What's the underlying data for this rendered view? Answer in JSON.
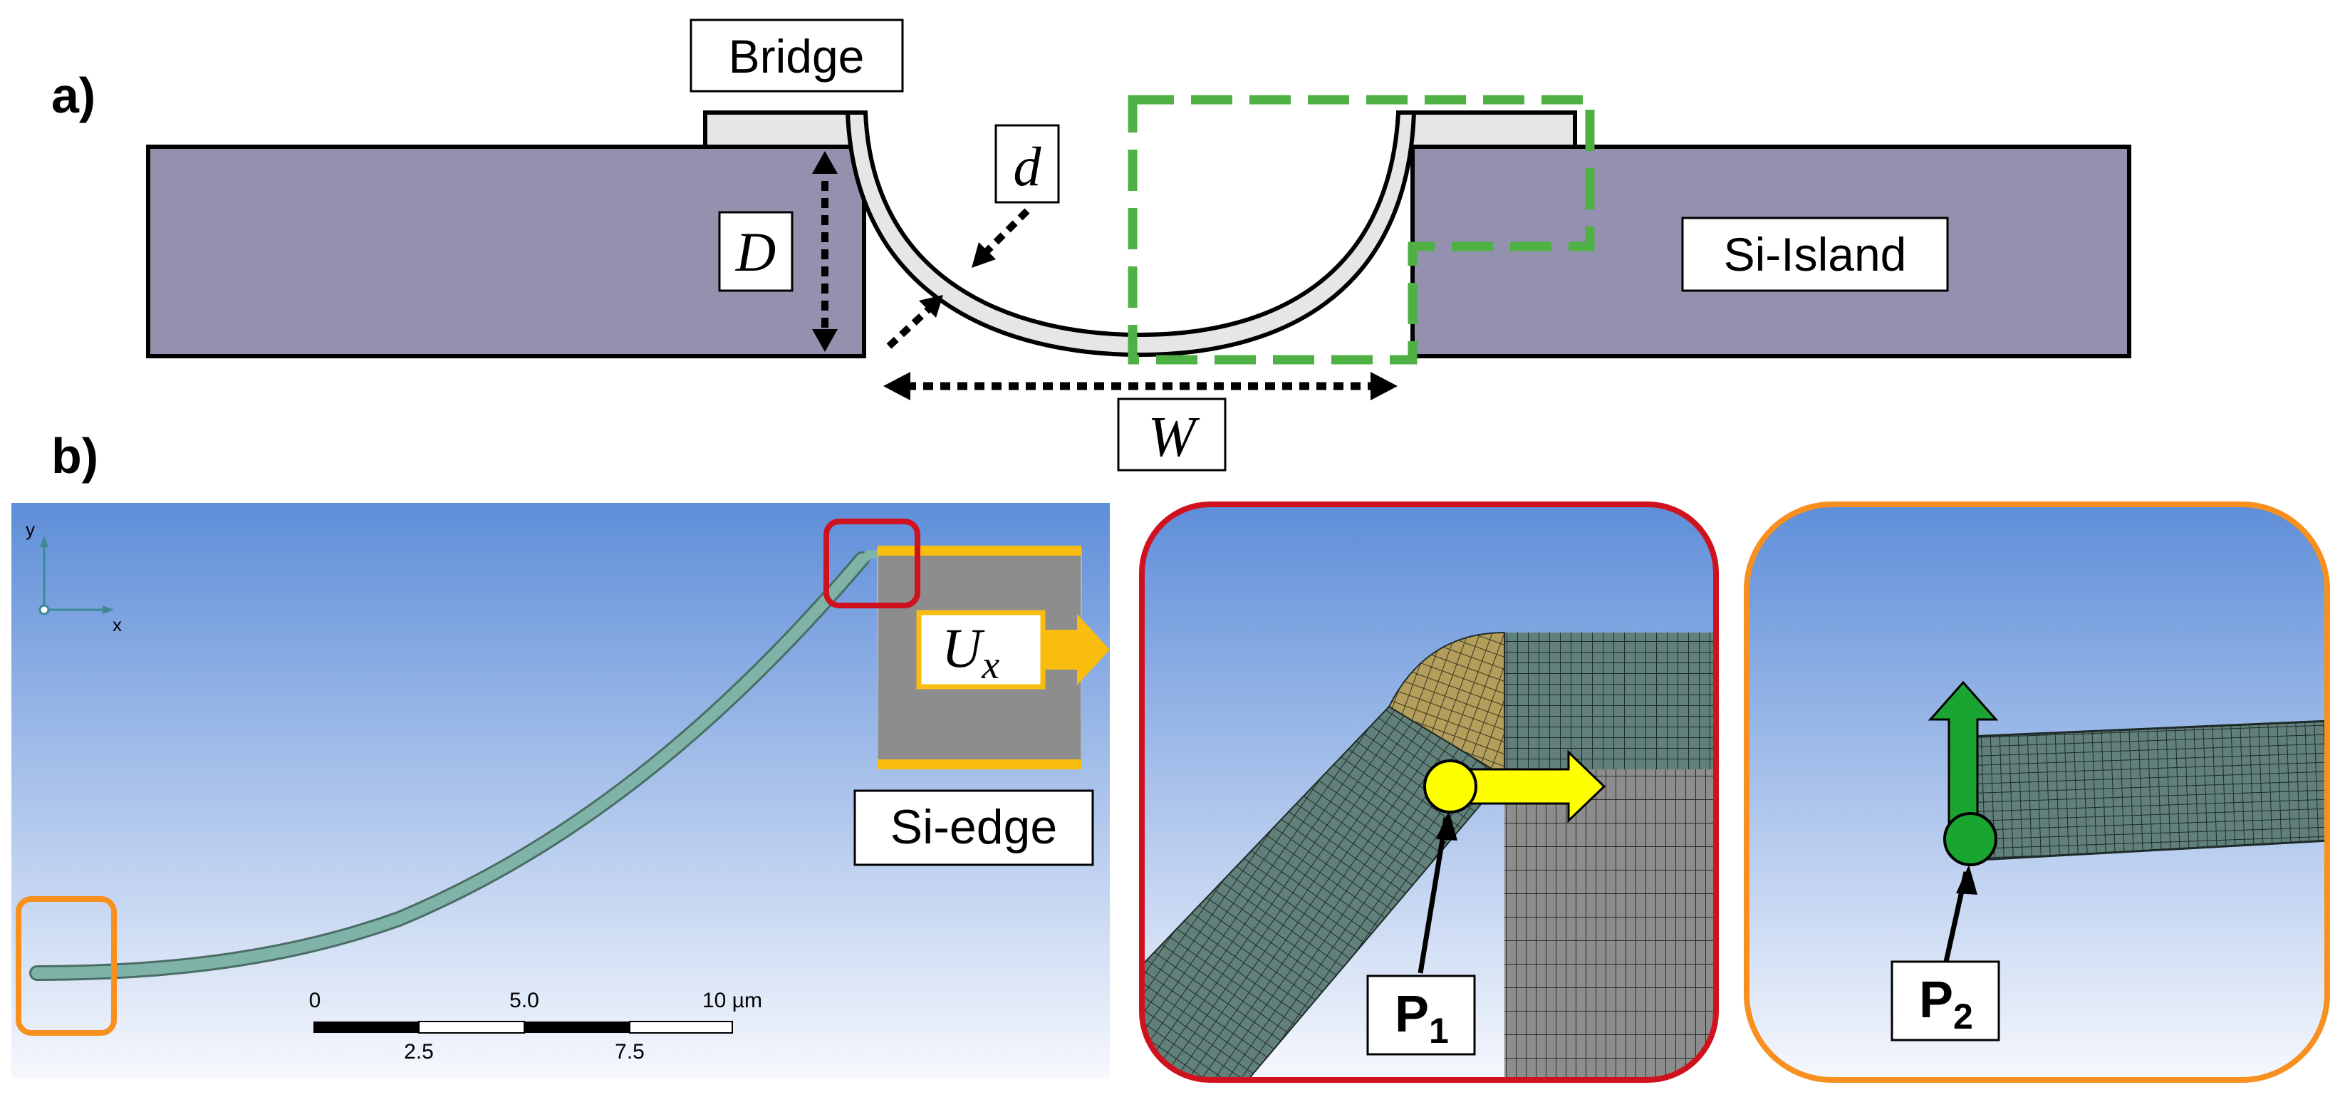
{
  "panel_a": {
    "tag": "a)",
    "bridge_label": "Bridge",
    "island_label": "Si-Island",
    "dim_D": "D",
    "dim_d": "d",
    "dim_W": "W"
  },
  "panel_b": {
    "tag": "b)",
    "axis_y": "y",
    "axis_x": "x",
    "load_U": "U",
    "load_sub": "x",
    "edge_label": "Si-edge",
    "scale": {
      "t0": "0",
      "t1": "5.0",
      "t2": "10 µm",
      "t3": "2.5",
      "t4": "7.5"
    },
    "point1": "P",
    "point1_sub": "1",
    "point2": "P",
    "point2_sub": "2"
  },
  "colors": {
    "silicon": "#9391ad",
    "bridge_fill": "#e6e6e6",
    "green_dash": "#4fb043",
    "highlight_red": "#d0121f",
    "highlight_orange": "#f7901e",
    "load_yellow": "#f9bd0f",
    "mesh_green": "#62807a",
    "mesh_tan": "#b39e5b",
    "mesh_grey": "#8d8d8d",
    "arrow_green": "#1aa532",
    "point_yellow": "#ffff00"
  }
}
